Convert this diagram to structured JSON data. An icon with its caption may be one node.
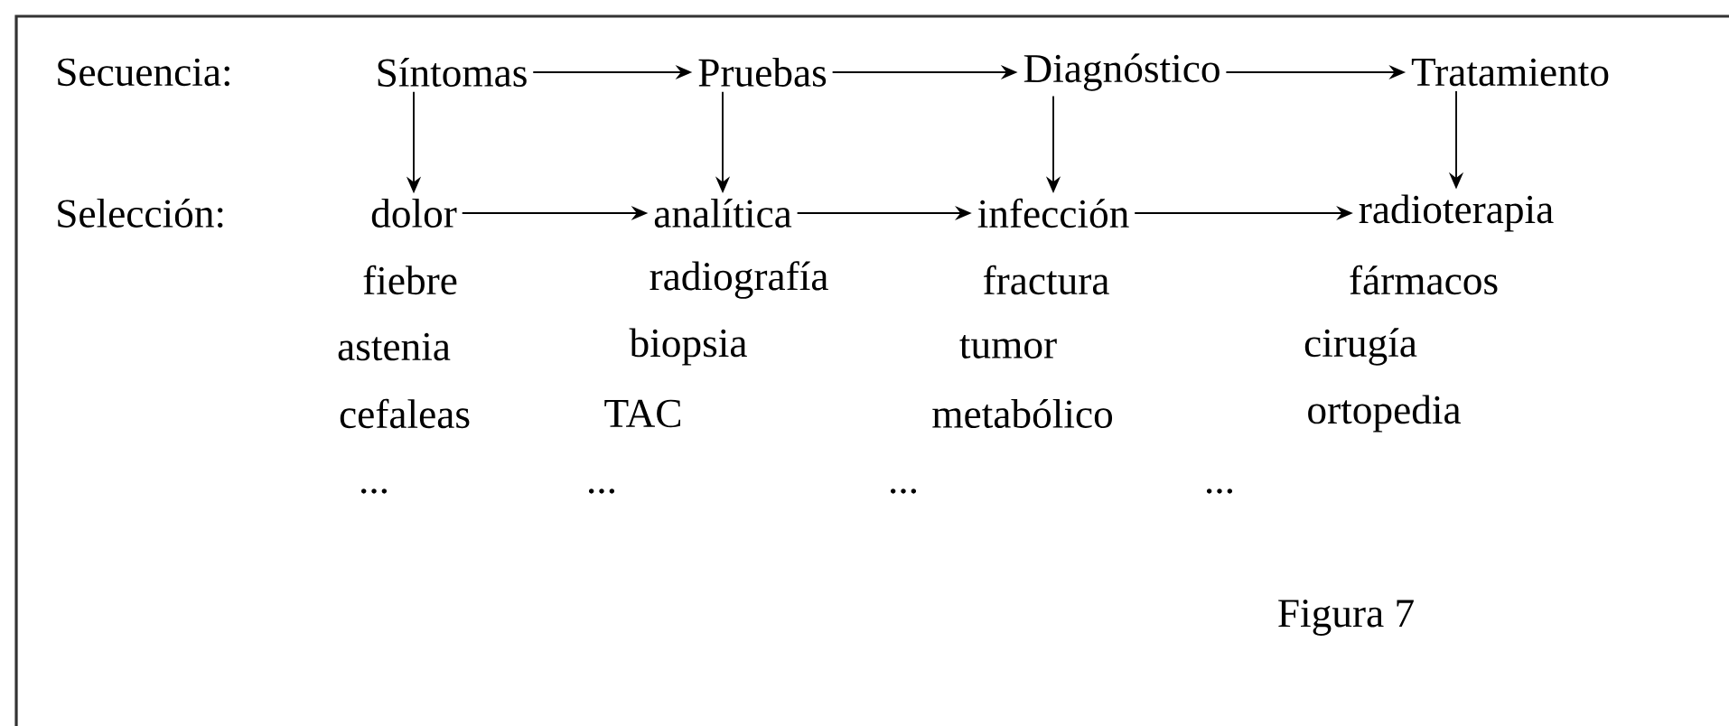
{
  "diagram": {
    "caption": "Figura 7",
    "nodes": [
      {
        "text": [
          "Síntomas"
        ]
      },
      {
        "text": [
          "Pruebas"
        ]
      },
      {
        "text": [
          "Diagnóstico"
        ]
      },
      {
        "text": [
          "Tratamiento"
        ]
      },
      {
        "text": [
          "dolor"
        ]
      },
      {
        "text": [
          "analítica"
        ]
      },
      {
        "text": [
          "infección"
        ]
      },
      {
        "text": [
          "radioterapia"
        ]
      }
    ],
    "edges": [
      {
        "from": 0,
        "to": 1,
        "arrow": "to"
      },
      {
        "from": 1,
        "to": 2,
        "arrow": "to"
      },
      {
        "from": 2,
        "to": 3,
        "arrow": "to"
      },
      {
        "from": 0,
        "to": 4,
        "arrow": "to"
      },
      {
        "from": 1,
        "to": 5,
        "arrow": "to"
      },
      {
        "from": 2,
        "to": 6,
        "arrow": "to"
      },
      {
        "from": 3,
        "to": 7,
        "arrow": "to"
      },
      {
        "from": 4,
        "to": 5,
        "arrow": "to"
      },
      {
        "from": 5,
        "to": 6,
        "arrow": "to"
      },
      {
        "from": 6,
        "to": 7,
        "arrow": "to"
      }
    ],
    "labels": [
      "Secuencia:",
      "Selección:",
      "fiebre",
      "radiografía",
      "fractura",
      "fármacos",
      "astenia",
      "biopsia",
      "tumor",
      "cirugía",
      "cefaleas",
      "TAC",
      "metabólico",
      "ortopedia",
      "...",
      "...",
      "...",
      "..."
    ]
  }
}
